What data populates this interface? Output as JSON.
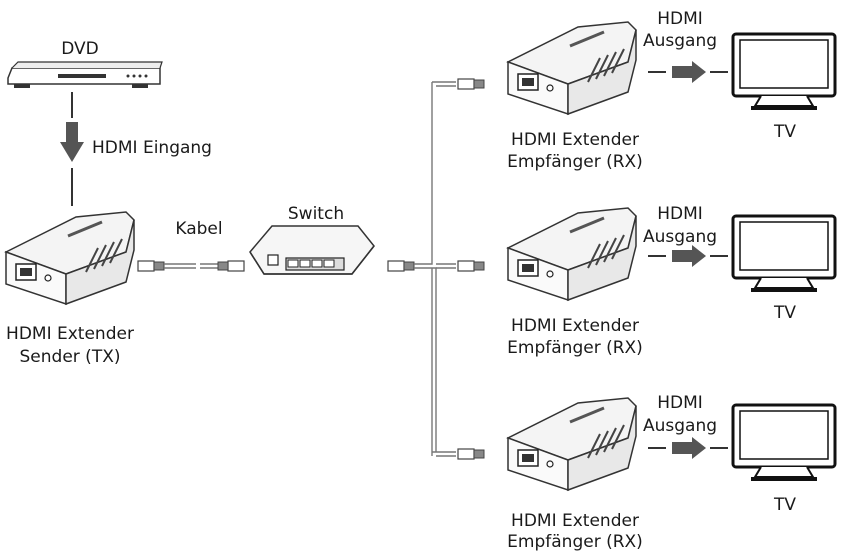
{
  "labels": {
    "dvd": "DVD",
    "hdmi_in": "HDMI Eingang",
    "kabel": "Kabel",
    "switch": "Switch",
    "sender_line1": "HDMI Extender",
    "sender_line2": "Sender (TX)",
    "receiver_line1": "HDMI Extender",
    "receiver_line2": "Empfänger (RX)",
    "out_line1": "HDMI",
    "out_line2": "Ausgang",
    "tv": "TV"
  },
  "receivers": [
    {
      "label_line1": "HDMI Extender",
      "label_line2": "Empfänger (RX)",
      "out_line1": "HDMI",
      "out_line2": "Ausgang",
      "tv": "TV"
    },
    {
      "label_line1": "HDMI Extender",
      "label_line2": "Empfänger (RX)",
      "out_line1": "HDMI",
      "out_line2": "Ausgang",
      "tv": "TV"
    },
    {
      "label_line1": "HDMI Extender",
      "label_line2": "Empfänger (RX)",
      "out_line1": "HDMI",
      "out_line2": "Ausgang",
      "tv": "TV"
    }
  ]
}
